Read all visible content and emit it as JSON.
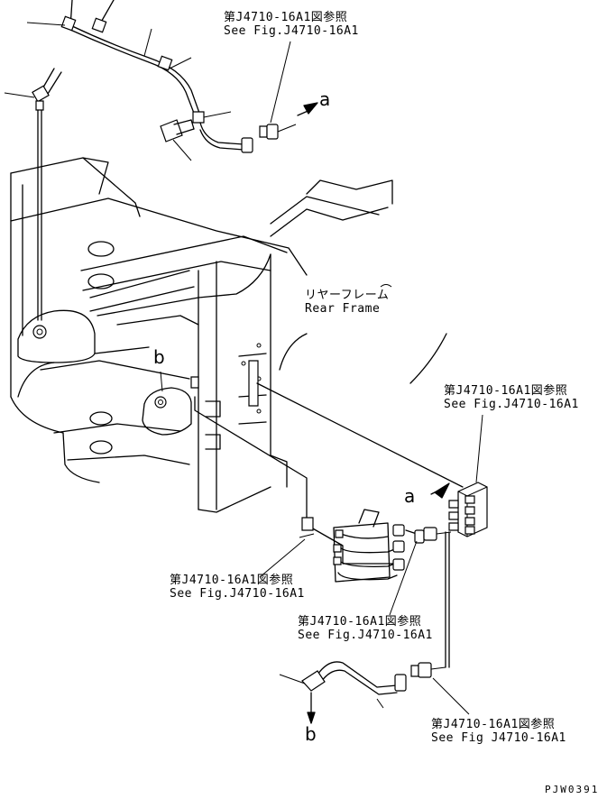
{
  "callouts": [
    {
      "jp": "第J4710-16A1図参照",
      "en": "See Fig.J4710-16A1"
    },
    {
      "jp": "第J4710-16A1図参照",
      "en": "See Fig.J4710-16A1"
    },
    {
      "jp": "第J4710-16A1図参照",
      "en": "See Fig.J4710-16A1"
    },
    {
      "jp": "第J4710-16A1図参照",
      "en": "See Fig.J4710-16A1"
    },
    {
      "jp": "第J4710-16A1図参照",
      "en": "See Fig J4710-16A1"
    }
  ],
  "frame_label": {
    "jp": "リヤーフレーム",
    "en": "Rear Frame"
  },
  "connection_marks": {
    "a_top": "a",
    "a_mid": "a",
    "b_mid": "b",
    "b_bottom": "b"
  },
  "drawing_code": "PJW0391"
}
